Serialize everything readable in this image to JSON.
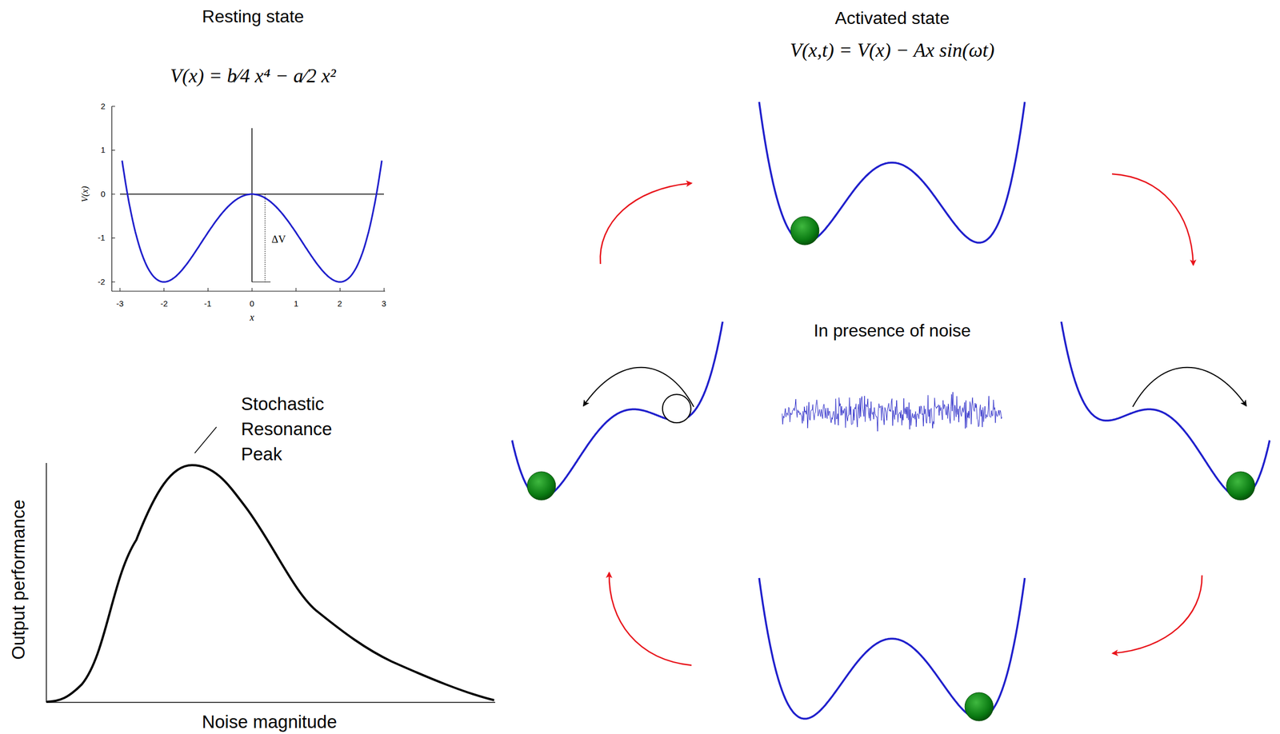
{
  "diagram": {
    "labels": [
      "Resting state",
      "V(x) = b⁄4 x⁴ − a⁄2 x²",
      "2",
      "1",
      "0",
      "-1",
      "-2",
      "-3",
      "-2",
      "-1",
      "0",
      "1",
      "2",
      "3",
      "V(x)",
      "x",
      "ΔV",
      "Stochastic Resonance Peak",
      "Output performance",
      "Noise magnitude",
      "Activated state",
      "V(x,t) = V(x) − Ax sin(ωt)",
      "In presence of noise"
    ]
  }
}
